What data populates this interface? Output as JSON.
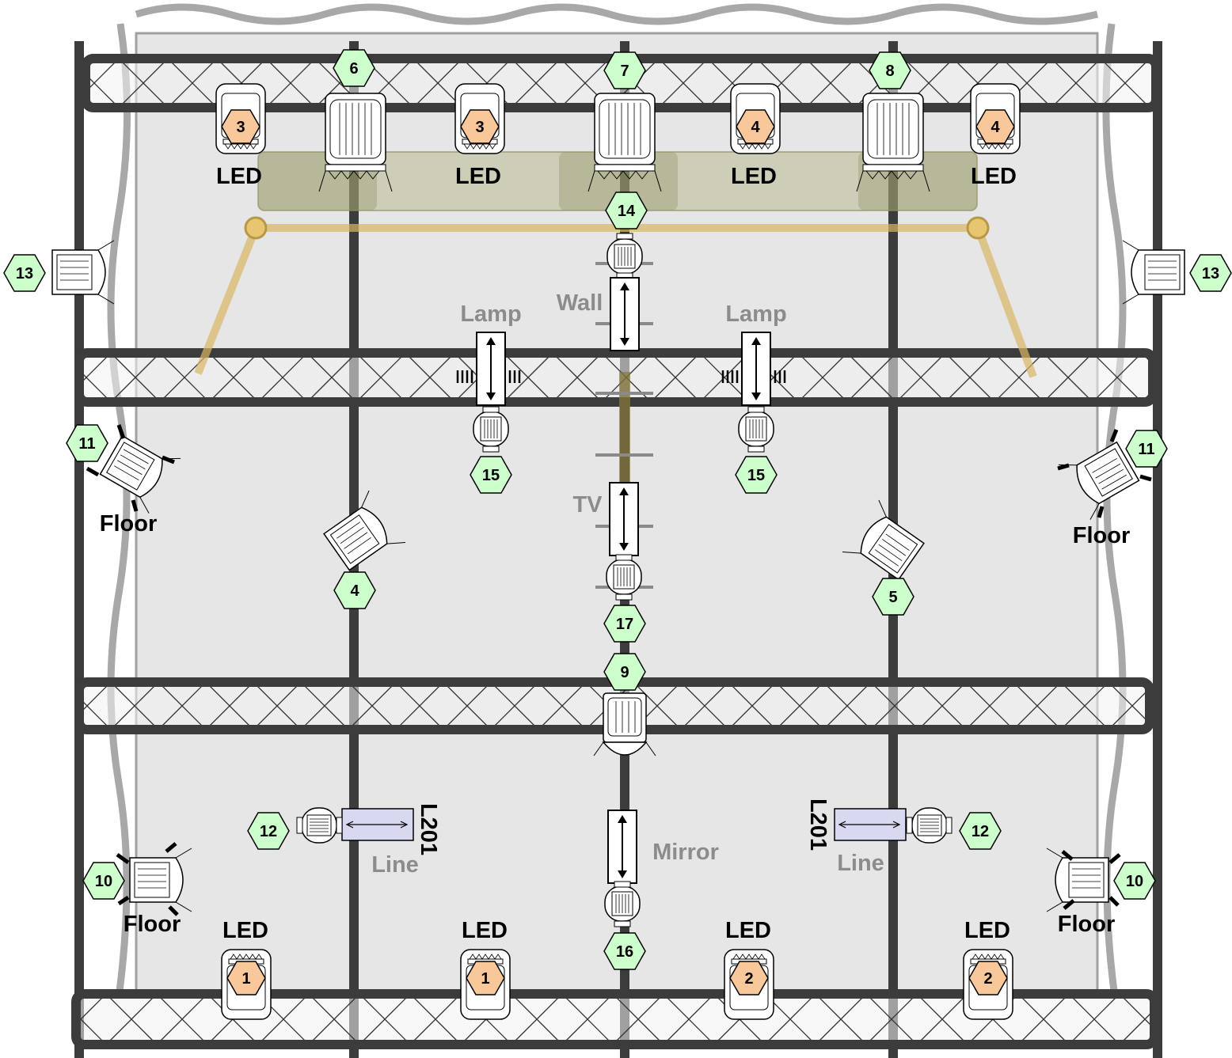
{
  "colors": {
    "stage_fill": "#e6e6e6",
    "truss": "#3c3c3c",
    "curtain": "#a8a8a8",
    "gold": "#d9b564",
    "green_badge": "#ccffcc",
    "orange_badge": "#f8c79a",
    "line_rail": "#d8d8f0"
  },
  "labels": {
    "led": "LED",
    "floor": "Floor",
    "lamp": "Lamp",
    "wall": "Wall",
    "tv": "TV",
    "mirror": "Mirror",
    "line": "Line",
    "l201": "L201"
  },
  "fixture_numbers": {
    "top_profile_left": "6",
    "top_profile_center": "7",
    "top_profile_right": "8",
    "top_led_1": "3",
    "top_led_2": "3",
    "top_led_3": "4",
    "top_led_4": "4",
    "side_left_high": "13",
    "side_right_high": "13",
    "center_wall": "14",
    "lamp_left": "15",
    "lamp_right": "15",
    "floor_left_upper": "11",
    "floor_right_upper": "11",
    "mid_left": "4",
    "mid_right": "5",
    "center_tv": "17",
    "center_truss": "9",
    "line_left": "12",
    "line_right": "12",
    "floor_left_lower": "10",
    "floor_right_lower": "10",
    "center_mirror": "16",
    "bottom_led_1": "1",
    "bottom_led_2": "1",
    "bottom_led_3": "2",
    "bottom_led_4": "2"
  }
}
